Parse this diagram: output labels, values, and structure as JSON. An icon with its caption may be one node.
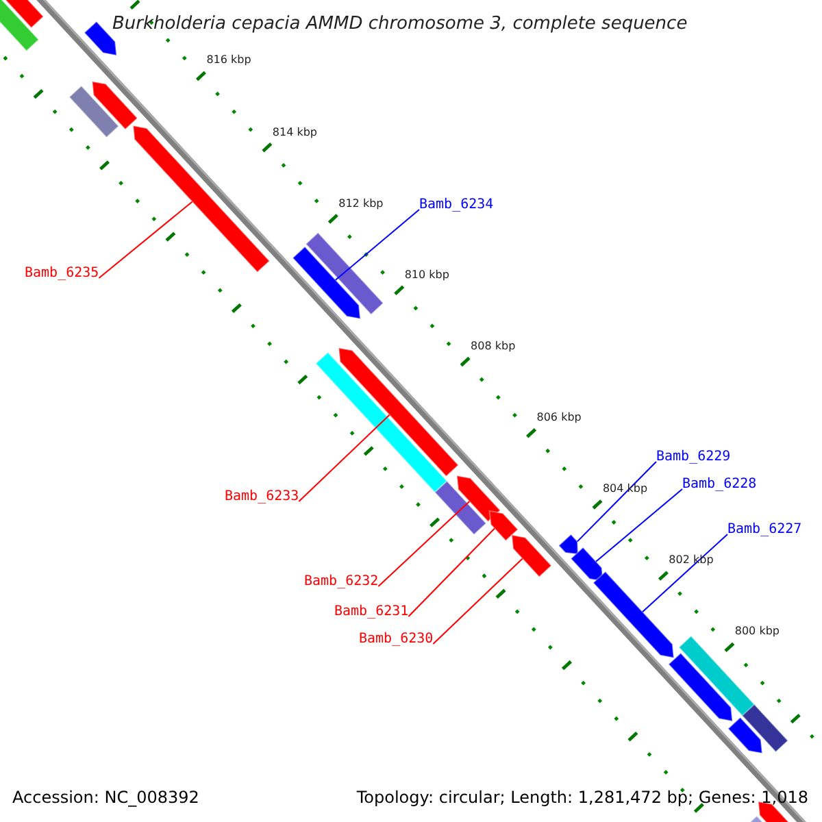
{
  "diagram": {
    "title": "Burkholderia cepacia AMMD chromosome 3, complete sequence",
    "nodes": [
      {
        "text": [
          "Bamb_6234"
        ]
      },
      {
        "text": [
          "Bamb_6235"
        ]
      },
      {
        "text": [
          "Bamb_6229"
        ]
      },
      {
        "text": [
          "Bamb_6228"
        ]
      },
      {
        "text": [
          "Bamb_6233"
        ]
      },
      {
        "text": [
          "Bamb_6227"
        ]
      },
      {
        "text": [
          "Bamb_6232"
        ]
      },
      {
        "text": [
          "Bamb_6231"
        ]
      },
      {
        "text": [
          "Bamb_6230"
        ]
      },
      {
        "text": [],
        "shape": "bar"
      },
      {
        "text": [],
        "shape": "bar"
      },
      {
        "text": [],
        "shape": "bar"
      },
      {
        "text": [],
        "shape": "bar"
      },
      {
        "text": [],
        "shape": "bar"
      },
      {
        "text": [],
        "shape": "bar"
      },
      {
        "text": [],
        "shape": "bar"
      },
      {
        "text": [],
        "shape": "bar"
      },
      {
        "text": [],
        "shape": "bar"
      },
      {
        "text": [],
        "shape": "bar"
      },
      {
        "text": [],
        "shape": "bar"
      },
      {
        "text": [],
        "shape": "bar"
      },
      {
        "text": [],
        "shape": "bar"
      },
      {
        "text": [],
        "shape": "bar"
      },
      {
        "text": [],
        "shape": "bar"
      },
      {
        "text": [],
        "shape": "bar"
      },
      {
        "text": [],
        "shape": "bar"
      },
      {
        "text": [],
        "shape": "bar"
      },
      {
        "text": [],
        "shape": "bar"
      },
      {
        "text": [],
        "shape": "bar"
      },
      {
        "text": [],
        "shape": "bar"
      },
      {
        "text": [],
        "shape": "bar"
      },
      {
        "text": [],
        "shape": "bar"
      }
    ],
    "edges": [
      {
        "from": 0,
        "to": 9,
        "arrow": "none",
        "color": "#0000ff"
      },
      {
        "from": 1,
        "to": 10,
        "arrow": "none"
      },
      {
        "from": 2,
        "to": 11,
        "arrow": "none",
        "color": "#0000ff"
      },
      {
        "from": 3,
        "to": 12,
        "arrow": "none",
        "color": "#0000ff"
      },
      {
        "from": 4,
        "to": 13,
        "arrow": "none"
      },
      {
        "from": 5,
        "to": 14,
        "arrow": "none",
        "color": "#0000ff"
      },
      {
        "from": 6,
        "to": 15,
        "arrow": "none"
      },
      {
        "from": 7,
        "to": 16,
        "arrow": "none"
      },
      {
        "from": 8,
        "to": 17,
        "arrow": "none"
      }
    ],
    "labels": [
      "816 kbp",
      "814 kbp",
      "812 kbp",
      "810 kbp",
      "808 kbp",
      "806 kbp",
      "804 kbp",
      "802 kbp",
      "800 kbp",
      "Accession: NC_008392",
      "Topology: circular; Length: 1,281,472 bp; Genes: 1,018"
    ]
  }
}
